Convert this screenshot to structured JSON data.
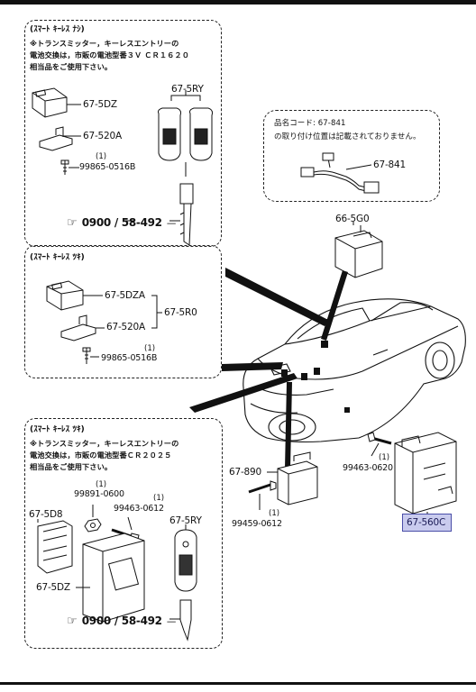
{
  "sections": {
    "no_keyless": {
      "title": "(ｽﾏｰﾄ ｷｰﾚｽ ﾅｼ)",
      "note_line1": "※トランスミッター，キーレスエントリーの",
      "note_line2": "電池交換は，市販の電池型番３Ｖ ＣＲ１６２０",
      "note_line3": "相当品をご使用下さい。",
      "parts": {
        "case": "67-5DZ",
        "bracket": "67-520A",
        "screw_qty": "(1)",
        "screw": "99865-0516B",
        "transmitter": "67-5RY",
        "key_ref": "0900 / 58-492"
      }
    },
    "keyless_a": {
      "title": "(ｽﾏｰﾄ ｷｰﾚｽ ﾂｷ)",
      "parts": {
        "case": "67-5DZA",
        "bracket": "67-520A",
        "assembly": "67-5R0",
        "screw_qty": "(1)",
        "screw": "99865-0516B"
      }
    },
    "keyless_b": {
      "title": "(ｽﾏｰﾄ ｷｰﾚｽ ﾂｷ)",
      "note_line1": "※トランスミッター，キーレスエントリーの",
      "note_line2": "電池交換は，市販の電池型番ＣＲ２０２５",
      "note_line3": "相当品をご使用下さい。",
      "parts": {
        "nut_qty": "(1)",
        "nut": "99891-0600",
        "bolt_qty": "(1)",
        "bolt": "99463-0612",
        "holder": "67-5D8",
        "transmitter": "67-5RY",
        "module": "67-5DZ",
        "key_ref": "0900 / 58-492"
      }
    },
    "harness": {
      "line1": "品名コード: 67-841",
      "line2": "の取り付け位置は記載されておりません。",
      "part": "67-841"
    }
  },
  "main": {
    "antenna": "66-5G0",
    "switch": "67-890",
    "switch_screw_qty": "(1)",
    "switch_screw": "99459-0612",
    "unit_bolt_qty": "(1)",
    "unit_bolt": "99463-0620",
    "unit": "67-560C"
  },
  "colors": {
    "highlight_fill": "#c9cbee",
    "highlight_border": "#4a4ea8"
  }
}
